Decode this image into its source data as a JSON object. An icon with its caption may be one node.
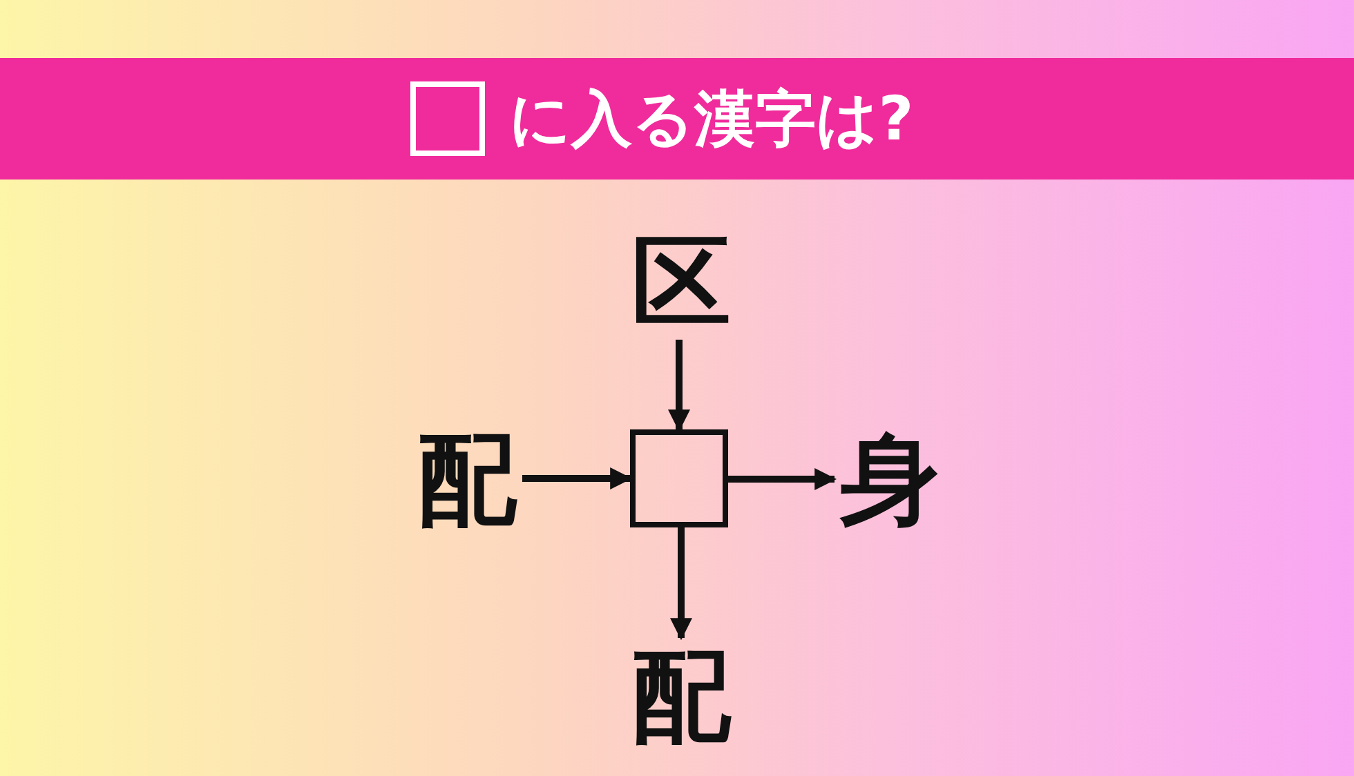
{
  "diagram": {
    "title": "に入る漢字は?",
    "nodes": [
      {
        "text": [
          "区"
        ]
      },
      {
        "text": [
          "配"
        ]
      },
      {
        "text": [],
        "shape": "box"
      },
      {
        "text": [
          "身"
        ]
      },
      {
        "text": [
          "配"
        ]
      }
    ],
    "edges": [
      {
        "from": 0,
        "to": 2,
        "arrow": "to"
      },
      {
        "from": 1,
        "to": 2,
        "arrow": "to"
      },
      {
        "from": 2,
        "to": 3,
        "arrow": "to"
      },
      {
        "from": 2,
        "to": 4,
        "arrow": "to"
      }
    ]
  }
}
